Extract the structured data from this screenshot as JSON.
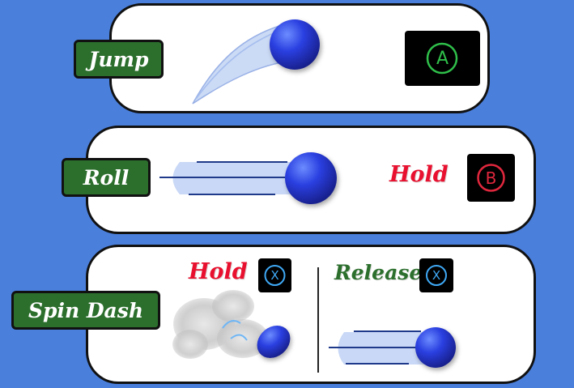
{
  "moves": [
    {
      "label": "Jump",
      "hold_text": "",
      "button": {
        "letter": "A",
        "color": "#2fbf4a",
        "bg": "#000000"
      }
    },
    {
      "label": "Roll",
      "hold_text": "Hold",
      "button": {
        "letter": "B",
        "color": "#e0273d",
        "bg": "#000000"
      }
    },
    {
      "label": "Spin Dash",
      "hold_text": "Hold",
      "release_text": "Release",
      "button": {
        "letter": "X",
        "color": "#3fa9f5",
        "bg": "#000000"
      }
    }
  ],
  "colors": {
    "background": "#4a7fdc",
    "label_bg": "#2c6f2d",
    "hold_text": "#e8102e",
    "release_text": "#2c6f2d",
    "ball": "#2a3fe0"
  }
}
